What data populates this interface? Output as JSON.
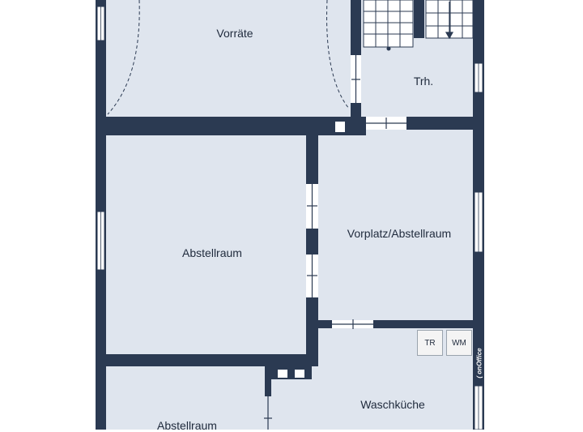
{
  "colors": {
    "wall": "#2b3a52",
    "floor": "#dfe5ee",
    "window": "#ffffff",
    "door_swing": "#2b3a52"
  },
  "rooms": [
    {
      "id": "vorraete",
      "label": "Vorräte"
    },
    {
      "id": "treppenhaus",
      "label": "Trh."
    },
    {
      "id": "abstellraum-1",
      "label": "Abstellraum"
    },
    {
      "id": "vorplatz",
      "label": "Vorplatz/Abstellraum"
    },
    {
      "id": "waschkueche",
      "label": "Waschküche"
    },
    {
      "id": "abstellraum-2",
      "label": "Abstellraum"
    }
  ],
  "appliances": [
    {
      "id": "dryer",
      "label": "TR"
    },
    {
      "id": "washer",
      "label": "WM"
    }
  ],
  "brand": "( onOffice"
}
